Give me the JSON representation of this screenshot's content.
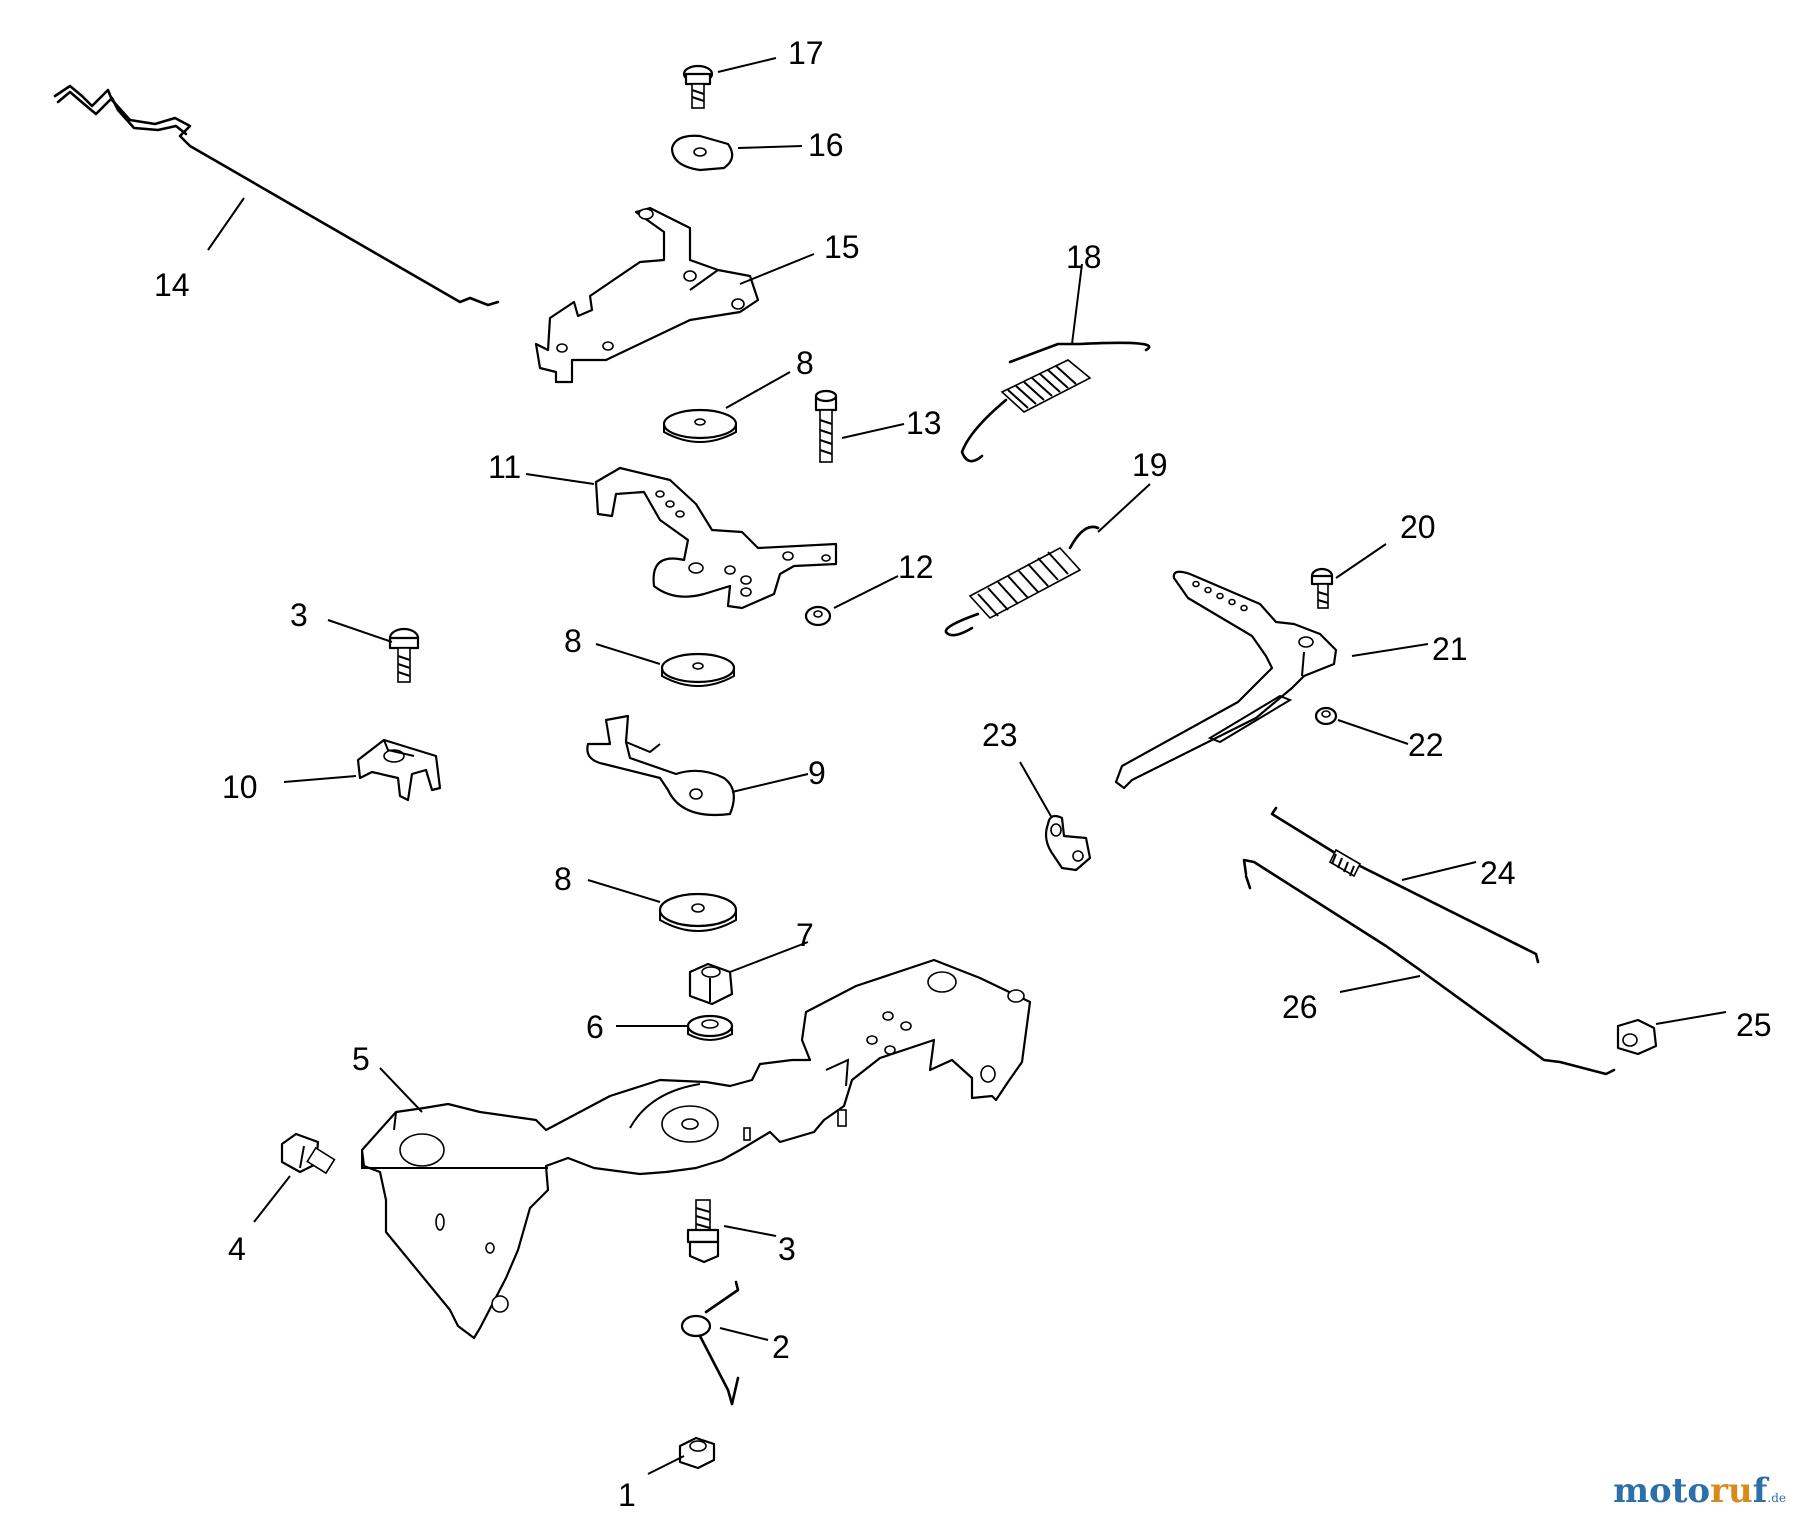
{
  "diagram": {
    "callouts": [
      {
        "id": "c17",
        "label": "17"
      },
      {
        "id": "c16",
        "label": "16"
      },
      {
        "id": "c15",
        "label": "15"
      },
      {
        "id": "c14",
        "label": "14"
      },
      {
        "id": "c18",
        "label": "18"
      },
      {
        "id": "c8a",
        "label": "8"
      },
      {
        "id": "c13",
        "label": "13"
      },
      {
        "id": "c11",
        "label": "11"
      },
      {
        "id": "c19",
        "label": "19"
      },
      {
        "id": "c20",
        "label": "20"
      },
      {
        "id": "c12",
        "label": "12"
      },
      {
        "id": "c3a",
        "label": "3"
      },
      {
        "id": "c8b",
        "label": "8"
      },
      {
        "id": "c21",
        "label": "21"
      },
      {
        "id": "c23",
        "label": "23"
      },
      {
        "id": "c22",
        "label": "22"
      },
      {
        "id": "c9",
        "label": "9"
      },
      {
        "id": "c10",
        "label": "10"
      },
      {
        "id": "c8c",
        "label": "8"
      },
      {
        "id": "c24",
        "label": "24"
      },
      {
        "id": "c7",
        "label": "7"
      },
      {
        "id": "c26",
        "label": "26"
      },
      {
        "id": "c6",
        "label": "6"
      },
      {
        "id": "c25",
        "label": "25"
      },
      {
        "id": "c5",
        "label": "5"
      },
      {
        "id": "c4",
        "label": "4"
      },
      {
        "id": "c3b",
        "label": "3"
      },
      {
        "id": "c2",
        "label": "2"
      },
      {
        "id": "c1",
        "label": "1"
      }
    ]
  },
  "watermark": {
    "part1": "moto",
    "part2": "ru",
    "part3": "f",
    "tld": ".de"
  }
}
